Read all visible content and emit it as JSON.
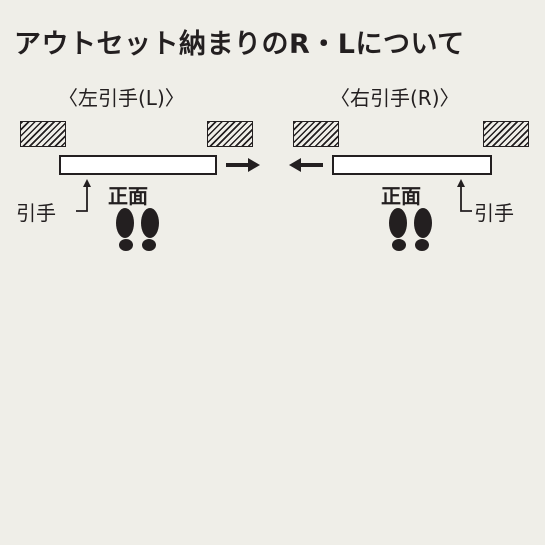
{
  "title": "アウトセット納まりのR・Lについて",
  "left_panel": {
    "title": "〈左引手(L)〉",
    "handle_label": "引手",
    "front_label": "正面",
    "arrow_direction": "right"
  },
  "right_panel": {
    "title": "〈右引手(R)〉",
    "handle_label": "引手",
    "front_label": "正面",
    "arrow_direction": "left"
  },
  "colors": {
    "background": "#efeee8",
    "ink": "#231f20",
    "door_fill": "#ffffff"
  },
  "icons": [
    "hatched-wall-icon",
    "arrow-right-icon",
    "arrow-left-icon",
    "footprints-icon",
    "handle-pointer-icon"
  ]
}
